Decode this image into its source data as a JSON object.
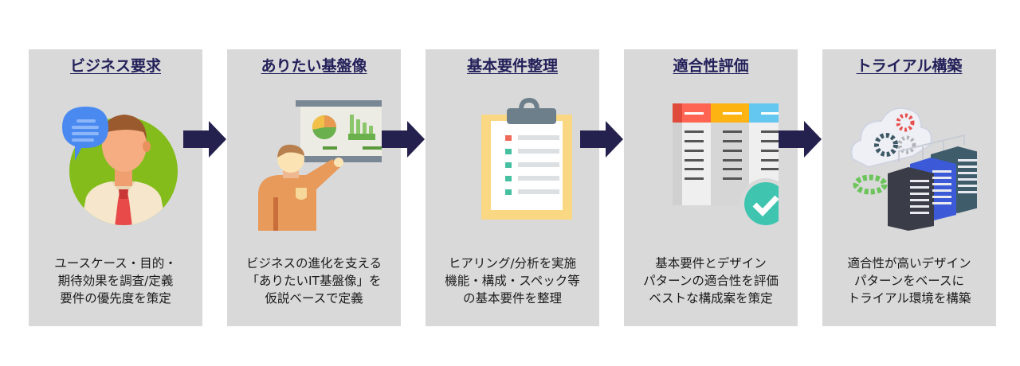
{
  "colors": {
    "panel_bg": "#d9d9d9",
    "title": "#24215a",
    "arrow": "#24214f",
    "text": "#1a1a1a"
  },
  "steps": [
    {
      "title": "ビジネス要求",
      "icon": "businessman-speech-bubble-icon",
      "lines": [
        "ユースケース・目的・",
        "期待効果を調査/定義",
        "要件の優先度を策定"
      ]
    },
    {
      "title": "ありたい基盤像",
      "icon": "presentation-board-icon",
      "lines": [
        "ビジネスの進化を支える",
        "「ありたいIT基盤像」を",
        "仮説ベースで定義"
      ]
    },
    {
      "title": "基本要件整理",
      "icon": "clipboard-checklist-icon",
      "lines": [
        "ヒアリング/分析を実施",
        "機能・構成・スペック等",
        "の基本要件を整理"
      ]
    },
    {
      "title": "適合性評価",
      "icon": "comparison-table-check-icon",
      "lines": [
        "基本要件とデザイン",
        "パターンの適合性を評価",
        "ベストな構成案を策定"
      ]
    },
    {
      "title": "トライアル構築",
      "icon": "cloud-servers-gears-icon",
      "lines": [
        "適合性が高いデザイン",
        "パターンをベースに",
        "トライアル環境を構築"
      ]
    }
  ],
  "arrows": [
    "arrow-right-icon",
    "arrow-right-icon",
    "arrow-right-icon",
    "arrow-right-icon"
  ]
}
